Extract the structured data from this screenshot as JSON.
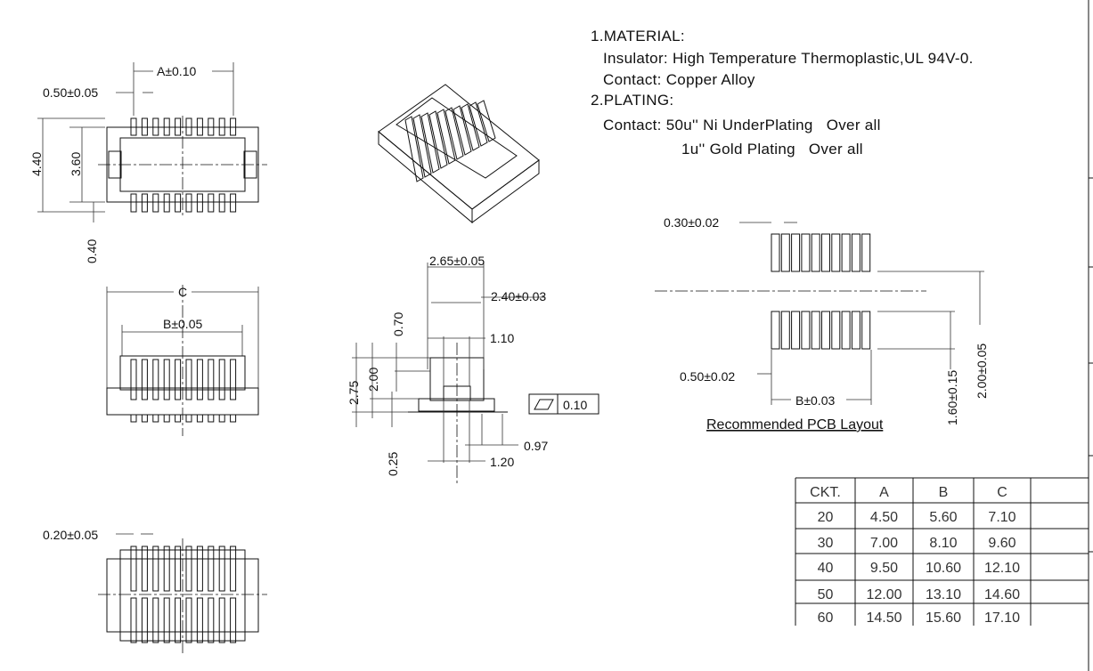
{
  "notes": {
    "material_heading": "1.MATERIAL:",
    "insulator": "Insulator: High Temperature Thermoplastic,UL 94V-0.",
    "contact_material": "Contact: Copper Alloy",
    "plating_heading": "2.PLATING:",
    "contact_plating_1": "Contact: 50u'' Ni UnderPlating   Over all",
    "contact_plating_2": "1u'' Gold Plating   Over all"
  },
  "top_view": {
    "dim_a": "A±0.10",
    "dim_pitch": "0.50±0.05",
    "dim_overall": "4.40",
    "dim_inner": "3.60",
    "dim_offset": "0.40"
  },
  "front_view": {
    "dim_c": "C",
    "dim_b": "B±0.05"
  },
  "bottom_view": {
    "dim_width": "0.20±0.05"
  },
  "side_view": {
    "dim_outer": "2.65±0.05",
    "dim_inner": "2.40±0.03",
    "dim_070": "0.70",
    "dim_110": "1.10",
    "dim_275": "2.75",
    "dim_200": "2.00",
    "dim_025": "0.25",
    "dim_097": "0.97",
    "dim_120": "1.20",
    "flatness_value": "0.10"
  },
  "pcb_layout": {
    "dim_pad_width": "0.30±0.02",
    "dim_pitch": "0.50±0.02",
    "dim_b": "B±0.03",
    "dim_pad_len": "1.60±0.15",
    "dim_row_gap": "2.00±0.05",
    "title": "Recommended PCB Layout"
  },
  "table": {
    "headers": [
      "CKT.",
      "A",
      "B",
      "C",
      ""
    ],
    "rows": [
      [
        "20",
        "4.50",
        "5.60",
        "7.10",
        ""
      ],
      [
        "30",
        "7.00",
        "8.10",
        "9.60",
        ""
      ],
      [
        "40",
        "9.50",
        "10.60",
        "12.10",
        ""
      ],
      [
        "50",
        "12.00",
        "13.10",
        "14.60",
        ""
      ],
      [
        "60",
        "14.50",
        "15.60",
        "17.10",
        ""
      ]
    ]
  }
}
